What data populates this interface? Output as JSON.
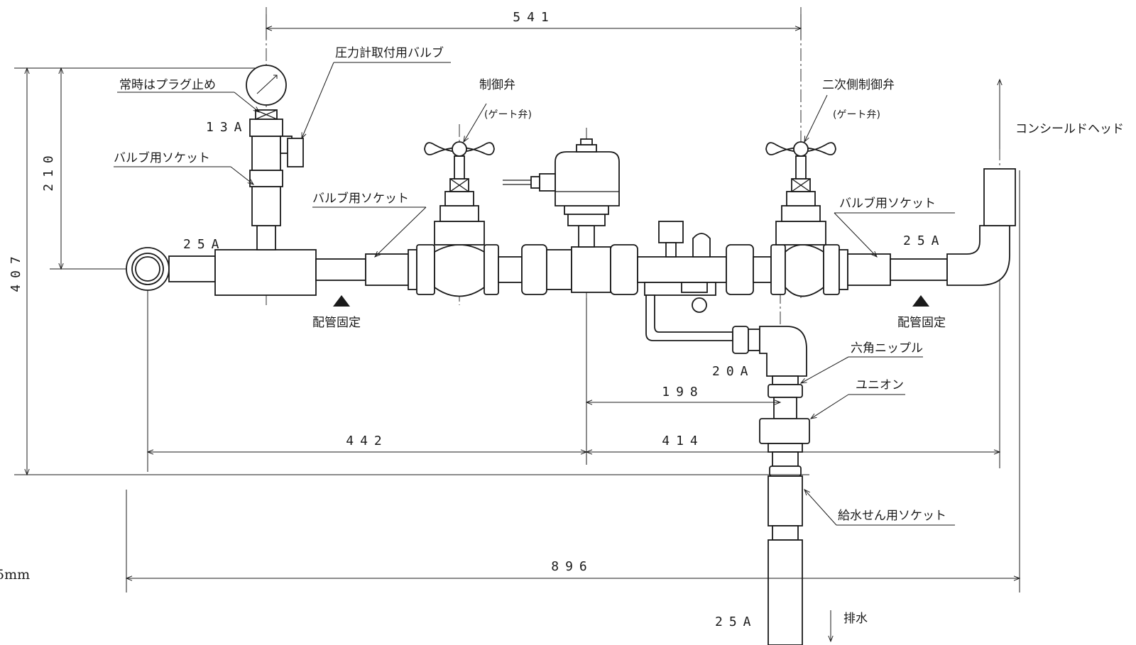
{
  "dimensions": {
    "d541": "541",
    "d210": "210",
    "d407": "407",
    "d442": "442",
    "d198": "198",
    "d414": "414",
    "d896": "896"
  },
  "sizes": {
    "pipe_25a_left": "25A",
    "pipe_25a_right": "25A",
    "pipe_25a_drain": "25A",
    "pipe_20a": "20A",
    "pipe_13a": "13A"
  },
  "labels": {
    "plug": "常時はプラグ止め",
    "gauge_valve": "圧力計取付用バルブ",
    "control_valve": "制御弁",
    "gate_valve_1": "(ゲート弁)",
    "secondary_valve": "二次側制御弁",
    "gate_valve_2": "(ゲート弁)",
    "concealed_head": "コンシールドヘッド",
    "socket_upper_left": "バルブ用ソケット",
    "socket_middle": "バルブ用ソケット",
    "socket_right": "バルブ用ソケット",
    "pipe_fix_left": "配管固定",
    "pipe_fix_right": "配管固定",
    "hex_nipple": "六角ニップル",
    "union": "ユニオン",
    "supply_socket": "給水せん用ソケット",
    "drain": "排水",
    "partial_mm": "5mm"
  }
}
